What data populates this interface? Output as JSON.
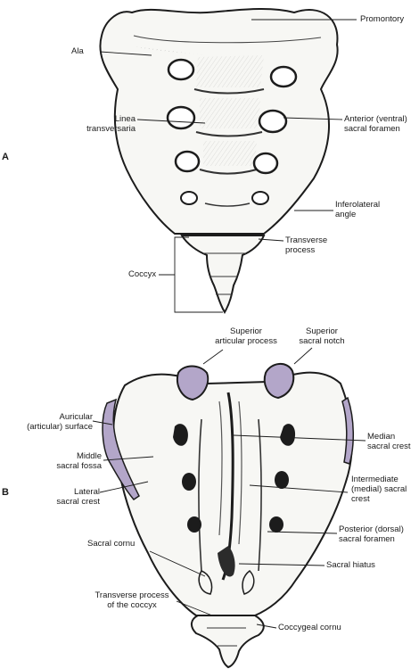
{
  "panels": [
    {
      "letter": "A"
    },
    {
      "letter": "B"
    }
  ],
  "labels": {
    "promontory": "Promontory",
    "ala": "Ala",
    "linea_transversaria": "Linea\ntransversaria",
    "anterior_sacral_foramen": "Anterior (ventral)\nsacral foramen",
    "inferolateral_angle": "Inferolateral\nangle",
    "transverse_process": "Transverse\nprocess",
    "coccyx": "Coccyx",
    "superior_articular_process": "Superior\narticular process",
    "superior_sacral_notch": "Superior\nsacral notch",
    "auricular_surface": "Auricular\n(articular) surface",
    "median_sacral_crest": "Median\nsacral crest",
    "middle_sacral_fossa": "Middle\nsacral fossa",
    "intermediate_sacral_crest": "Intermediate\n(medial) sacral\ncrest",
    "lateral_sacral_crest": "Lateral\nsacral crest",
    "posterior_sacral_foramen": "Posterior (dorsal)\nsacral foramen",
    "sacral_cornu": "Sacral cornu",
    "sacral_hiatus": "Sacral hiatus",
    "transverse_process_coccyx": "Transverse process\nof the coccyx",
    "coccygeal_cornu": "Coccygeal cornu"
  },
  "colors": {
    "highlight": "#b3a6c9",
    "bone": "#f7f7f4",
    "outline": "#1c1c1c"
  }
}
